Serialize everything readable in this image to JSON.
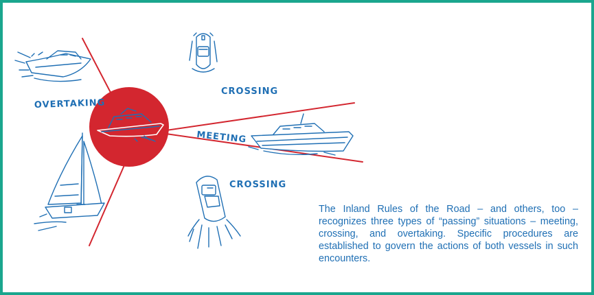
{
  "labels": {
    "overtaking": "OVERTAKING",
    "crossing_top": "CROSSING",
    "meeting": "MEETING",
    "crossing_bottom": "CROSSING"
  },
  "caption": "The Inland Rules of the Road – and others, too – recognizes three types of “passing” situations – meeting, crossing, and overtaking. Specific procedures are established to govern the actions of both vessels in such encounters.",
  "colors": {
    "border": "#1aa68e",
    "circle": "#d3262f",
    "lines": "#d3262f",
    "ink": "#1f6fb4"
  },
  "icons": {
    "center_boat": "motor-cruiser-icon",
    "overtaking_boat": "speedboat-icon",
    "crossing_top_boat": "small-boat-icon",
    "meeting_boat": "cabin-cruiser-icon",
    "crossing_bottom_boat": "outboard-boat-icon",
    "sailboat": "sailboat-icon"
  }
}
